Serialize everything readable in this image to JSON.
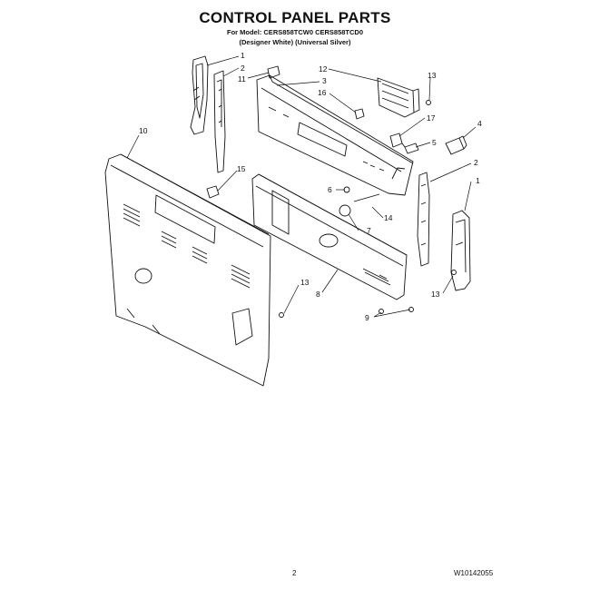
{
  "header": {
    "title": "CONTROL PANEL PARTS",
    "model_line": "For Model: CERS858TCW0 CERS858TCD0",
    "color_line": "(Designer White) (Universal Silver)"
  },
  "callouts": {
    "c1a": "1",
    "c2a": "2",
    "c11": "11",
    "c12": "12",
    "c3": "3",
    "c13a": "13",
    "c16": "16",
    "c17": "17",
    "c4": "4",
    "c5": "5",
    "c10": "10",
    "c15": "15",
    "c2b": "2",
    "c1b": "1",
    "c6": "6",
    "c14": "14",
    "c7": "7",
    "c13b": "13",
    "c8": "8",
    "c13c": "13",
    "c9": "9"
  },
  "footer": {
    "page_number": "2",
    "document_number": "W10142055"
  }
}
